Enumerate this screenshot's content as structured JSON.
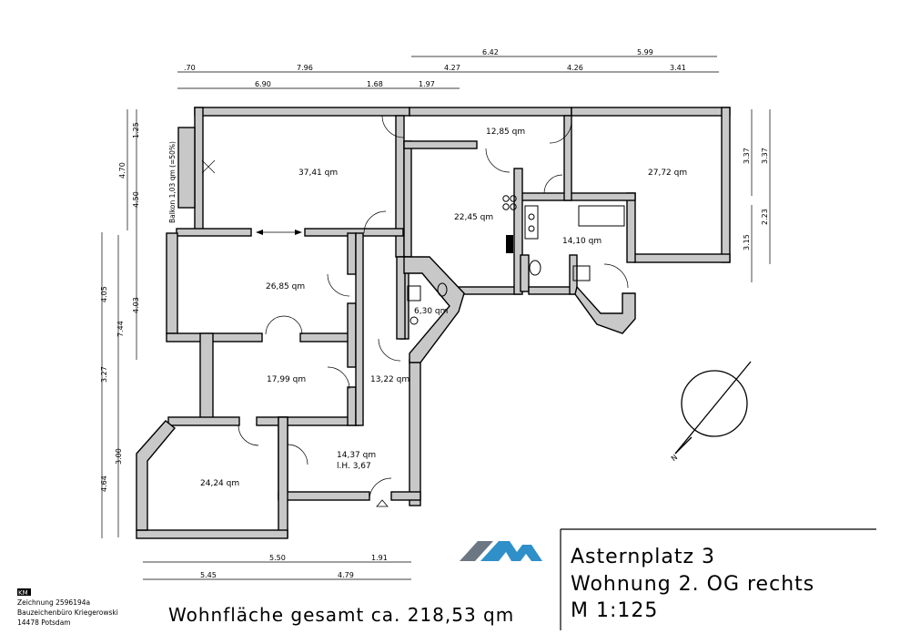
{
  "dimensions": {
    "top_row1": [
      "6.42",
      "5.99"
    ],
    "top_row2": [
      ".70",
      "7.96",
      "4.27",
      "4.26",
      "3.41"
    ],
    "top_row3": [
      "6.90",
      "1.68",
      "1.97"
    ],
    "left_col1": [
      "1.25",
      "4.50"
    ],
    "left_col2": [
      "4.70",
      "4.03",
      "7.44"
    ],
    "left_col3": [
      "4.05",
      "3.27",
      "3.00",
      "4.64"
    ],
    "right_col1": [
      "3.37",
      "3.15"
    ],
    "right_col2": [
      "3.37",
      "2.23"
    ],
    "bottom_row1": [
      "5.50",
      "1.91"
    ],
    "bottom_row2": [
      "5.45",
      "4.79"
    ]
  },
  "rooms": {
    "wohnen": "37,41  qm",
    "balkon": "Balkon  1,03  qm  (=50%)",
    "flur_top": "12,85  qm",
    "schlafen": "27,72  qm",
    "kueche": "22,45  qm",
    "bad": "14,10  qm",
    "zimmer2": "26,85  qm",
    "wc": "6,30  qm",
    "zimmer3": "17,99  qm",
    "flur": "13,22  qm",
    "diele": "14,37  qm",
    "lh": "l.H.  3,67",
    "zimmer4": "24,24  qm"
  },
  "compass_letter": "N",
  "total_area": "Wohnfläche  gesamt  ca.  218,53  qm",
  "title_block": {
    "address": "Asternplatz  3",
    "unit": "Wohnung  2.  OG  rechts",
    "scale": "M  1:125"
  },
  "stamp": {
    "logo": "KM",
    "line1": "Zeichnung  2596194a",
    "line2": "Bauzeichenbüro  Kriegerowski",
    "line3": "14478  Potsdam"
  },
  "colors": {
    "wall_fill": "#c8c8c8",
    "logo_blue": "#2f8fc9",
    "logo_grey": "#6b7782"
  }
}
